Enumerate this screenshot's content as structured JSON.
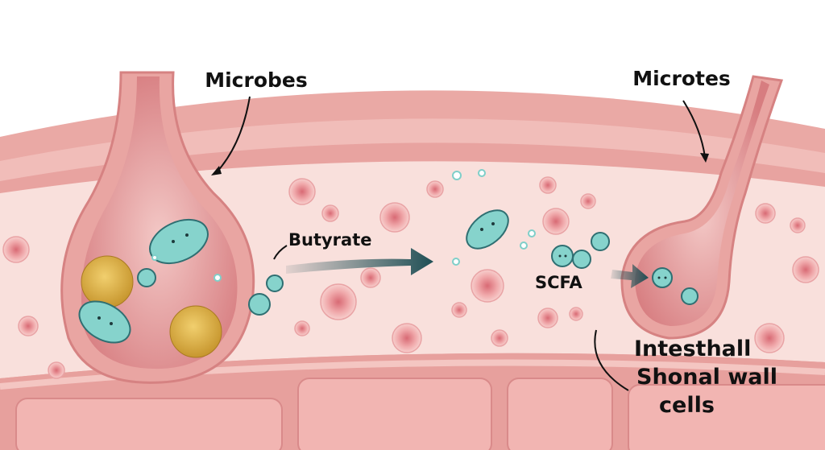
{
  "labels": {
    "microbes_left": "Microbes",
    "microbes_right": "Microtes",
    "butyrate": "Butyrate",
    "scfa": "SCFA",
    "wall_line1": "Intesthall",
    "wall_line2": "Shonal wall",
    "wall_line3": "cells"
  },
  "colors": {
    "wall_outer": "#e9a7a3",
    "lumen": "#f8dcd8",
    "tissue": "#e39a98",
    "microbe": "#7fcfc9",
    "arrow": "#1f4f55",
    "cell": "#e88e92"
  }
}
